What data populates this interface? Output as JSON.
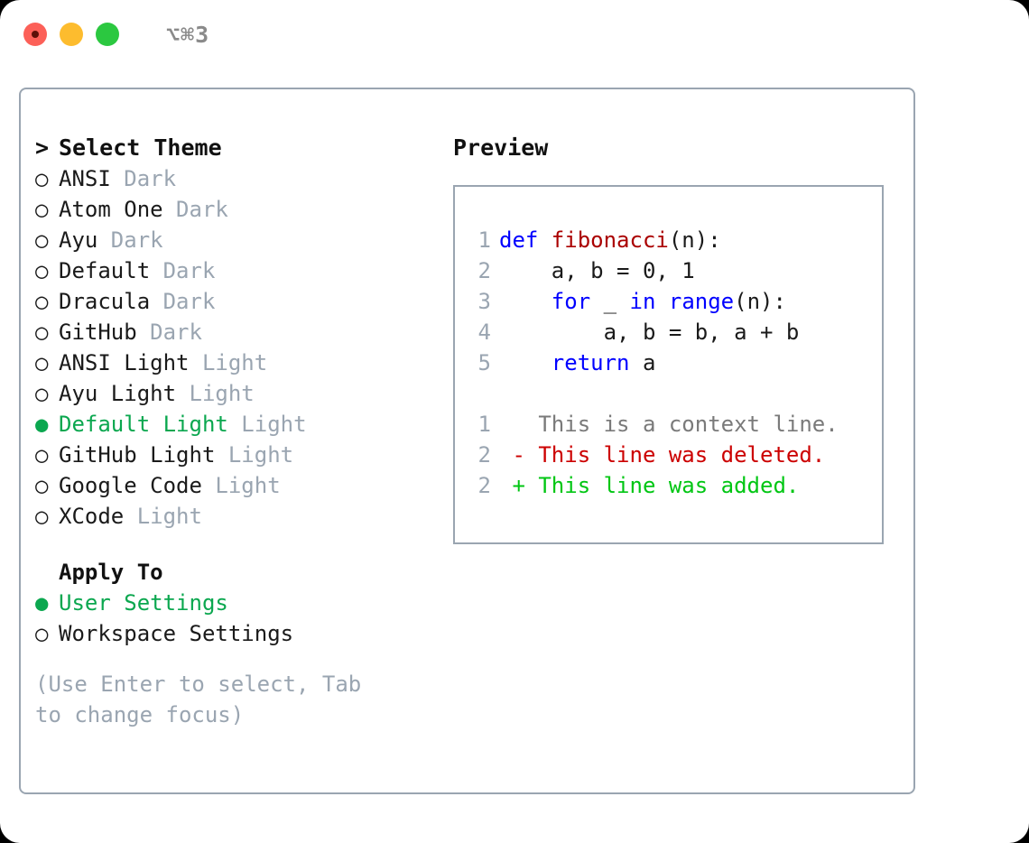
{
  "titlebar": {
    "shortcut": "⌥⌘3",
    "buttons": [
      {
        "name": "close",
        "color": "#fc6058"
      },
      {
        "name": "minimize",
        "color": "#fdbc2e"
      },
      {
        "name": "maximize",
        "color": "#2bc840"
      }
    ]
  },
  "theme_panel": {
    "header": "Select Theme",
    "header_prefix": ">",
    "bullet_selected": "●",
    "bullet_unselected": "○",
    "items": [
      {
        "label": "ANSI",
        "tag": "Dark",
        "selected": false
      },
      {
        "label": "Atom One",
        "tag": "Dark",
        "selected": false
      },
      {
        "label": "Ayu",
        "tag": "Dark",
        "selected": false
      },
      {
        "label": "Default",
        "tag": "Dark",
        "selected": false
      },
      {
        "label": "Dracula",
        "tag": "Dark",
        "selected": false
      },
      {
        "label": "GitHub",
        "tag": "Dark",
        "selected": false
      },
      {
        "label": "ANSI Light",
        "tag": "Light",
        "selected": false
      },
      {
        "label": "Ayu Light",
        "tag": "Light",
        "selected": false
      },
      {
        "label": "Default Light",
        "tag": "Light",
        "selected": true
      },
      {
        "label": "GitHub Light",
        "tag": "Light",
        "selected": false
      },
      {
        "label": "Google Code",
        "tag": "Light",
        "selected": false
      },
      {
        "label": "XCode",
        "tag": "Light",
        "selected": false
      }
    ]
  },
  "apply_to": {
    "title": "Apply To",
    "items": [
      {
        "label": "User Settings",
        "selected": true
      },
      {
        "label": "Workspace Settings",
        "selected": false
      }
    ]
  },
  "hint": "(Use Enter to select, Tab to change focus)",
  "preview": {
    "title": "Preview",
    "code": [
      {
        "num": "1",
        "tokens": [
          {
            "text": "def ",
            "type": "kw"
          },
          {
            "text": "fibonacci",
            "type": "fn"
          },
          {
            "text": "(n):",
            "type": "plain"
          }
        ]
      },
      {
        "num": "2",
        "tokens": [
          {
            "text": "    a, b = 0, 1",
            "type": "plain"
          }
        ]
      },
      {
        "num": "3",
        "tokens": [
          {
            "text": "    ",
            "type": "plain"
          },
          {
            "text": "for",
            "type": "kw"
          },
          {
            "text": " _ ",
            "type": "plain"
          },
          {
            "text": "in",
            "type": "kw"
          },
          {
            "text": " ",
            "type": "plain"
          },
          {
            "text": "range",
            "type": "kw"
          },
          {
            "text": "(n):",
            "type": "plain"
          }
        ]
      },
      {
        "num": "4",
        "tokens": [
          {
            "text": "        a, b = b, a + b",
            "type": "plain"
          }
        ]
      },
      {
        "num": "5",
        "tokens": [
          {
            "text": "    ",
            "type": "plain"
          },
          {
            "text": "return",
            "type": "kw"
          },
          {
            "text": " a",
            "type": "plain"
          }
        ]
      }
    ],
    "diff": [
      {
        "num": "1",
        "marker": " ",
        "text": "This is a context line.",
        "type": "ctx"
      },
      {
        "num": "2",
        "marker": "-",
        "text": "This line was deleted.",
        "type": "del"
      },
      {
        "num": "2",
        "marker": "+",
        "text": "This line was added.",
        "type": "add"
      }
    ]
  },
  "colors": {
    "accent_green": "#0ba74f",
    "muted": "#9aa5b1",
    "keyword": "#0000ff",
    "function": "#aa0000",
    "diff_added": "#00c613",
    "diff_deleted": "#cc0000",
    "diff_context": "#7a7a7a",
    "border": "#9aa5b1"
  }
}
